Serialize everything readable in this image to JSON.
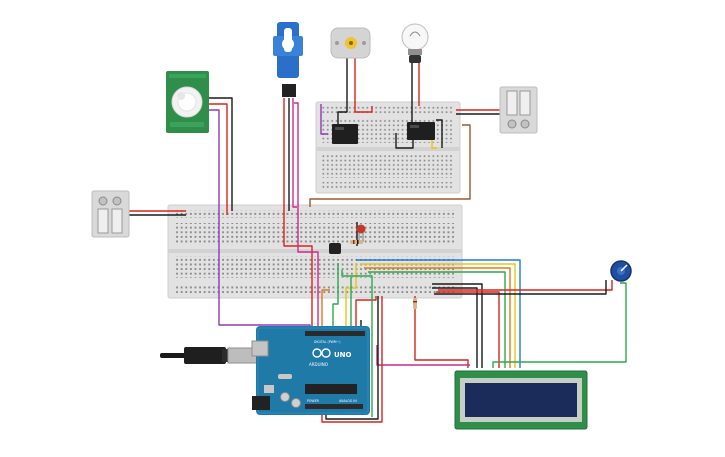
{
  "components": {
    "pir_sensor": {
      "name": "PIR motion sensor",
      "icon": "motion-sensor-icon"
    },
    "servo": {
      "name": "Servo motor",
      "icon": "servo-icon"
    },
    "dc_motor": {
      "name": "DC motor",
      "icon": "motor-icon"
    },
    "bulb": {
      "name": "Light bulb",
      "icon": "bulb-icon"
    },
    "battery_right": {
      "name": "Battery pack",
      "icon": "battery-icon"
    },
    "battery_left": {
      "name": "Battery pack",
      "icon": "battery-icon"
    },
    "breadboard_top": {
      "name": "Small breadboard",
      "icon": "breadboard-icon"
    },
    "breadboard_main": {
      "name": "Main breadboard",
      "icon": "breadboard-icon"
    },
    "relay_1": {
      "name": "Relay",
      "icon": "relay-icon"
    },
    "relay_2": {
      "name": "Relay",
      "icon": "relay-icon"
    },
    "led": {
      "name": "LED",
      "icon": "led-icon"
    },
    "transistor": {
      "name": "Transistor",
      "icon": "transistor-icon"
    },
    "potentiometer": {
      "name": "Potentiometer",
      "icon": "potentiometer-icon"
    },
    "lcd": {
      "name": "LCD 16x2",
      "icon": "lcd-icon"
    },
    "arduino": {
      "name": "Arduino Uno",
      "icon": "arduino-icon"
    },
    "usb_cable": {
      "name": "USB cable",
      "icon": "usb-icon"
    }
  },
  "labels": {
    "arduino_brand": "ARDUINO",
    "arduino_model": "UNO",
    "arduino_power": "POWER",
    "arduino_analog": "ANALOG IN",
    "arduino_digital": "DIGITAL (PWM~)"
  },
  "colors": {
    "wire_red": "#d9241c",
    "wire_black": "#1a1a1a",
    "wire_purple": "#8e3bb5",
    "wire_orange": "#e07b1f",
    "wire_yellow": "#e6c51a",
    "wire_green": "#2fa84a",
    "wire_blue": "#1f7bd6",
    "wire_magenta": "#cc2b8f",
    "wire_brown": "#9a5a2a",
    "arduino_blue": "#1f7aa8",
    "pcb_green": "#2a8a4a",
    "lcd_screen": "#1c2c5a",
    "breadboard": "#e4e4e4"
  }
}
